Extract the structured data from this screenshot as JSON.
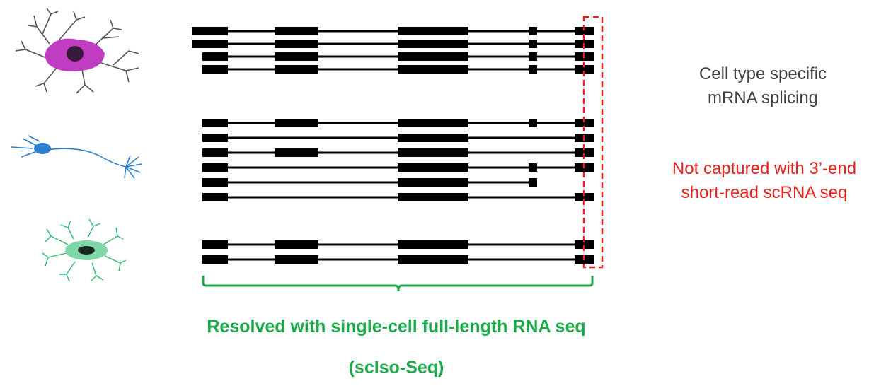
{
  "labels": {
    "cell_type_line1": "Cell type specific",
    "cell_type_line2": "mRNA splicing",
    "not_captured_line1": "Not captured with 3’-end",
    "not_captured_line2": "short-read scRNA seq",
    "resolved_line1": "Resolved with single-cell full-length RNA seq",
    "resolved_line2": "(scIso-Seq)"
  },
  "colors": {
    "exon": "#000000",
    "intron": "#000000",
    "highlight_box": "#e8211d",
    "brace": "#1daa4a",
    "neuron": "#c03cc0",
    "sensory_neuron": "#2e7fd0",
    "glia": "#2fb870"
  },
  "cells": [
    {
      "name": "multipolar-neuron-icon"
    },
    {
      "name": "bipolar-neuron-icon"
    },
    {
      "name": "glial-cell-icon"
    }
  ],
  "isoforms": [
    {
      "group": 1,
      "exons": [
        1,
        2,
        3,
        4,
        5
      ],
      "long_first_exon": true
    },
    {
      "group": 1,
      "exons": [
        1,
        2,
        3,
        4,
        5
      ],
      "long_first_exon": true
    },
    {
      "group": 1,
      "exons": [
        1,
        2,
        3,
        4,
        5
      ]
    },
    {
      "group": 1,
      "exons": [
        1,
        2,
        3,
        4,
        5
      ]
    },
    {
      "group": 2,
      "exons": [
        1,
        2,
        3,
        4,
        5
      ]
    },
    {
      "group": 2,
      "exons": [
        1,
        3,
        5
      ]
    },
    {
      "group": 2,
      "exons": [
        1,
        2,
        3,
        5
      ]
    },
    {
      "group": 2,
      "exons": [
        1,
        3,
        4,
        5
      ]
    },
    {
      "group": 2,
      "exons": [
        1,
        3,
        4
      ]
    },
    {
      "group": 2,
      "exons": [
        1,
        3,
        5
      ]
    },
    {
      "group": 3,
      "exons": [
        1,
        2,
        3,
        5
      ]
    },
    {
      "group": 3,
      "exons": [
        1,
        2,
        3,
        5
      ]
    }
  ]
}
